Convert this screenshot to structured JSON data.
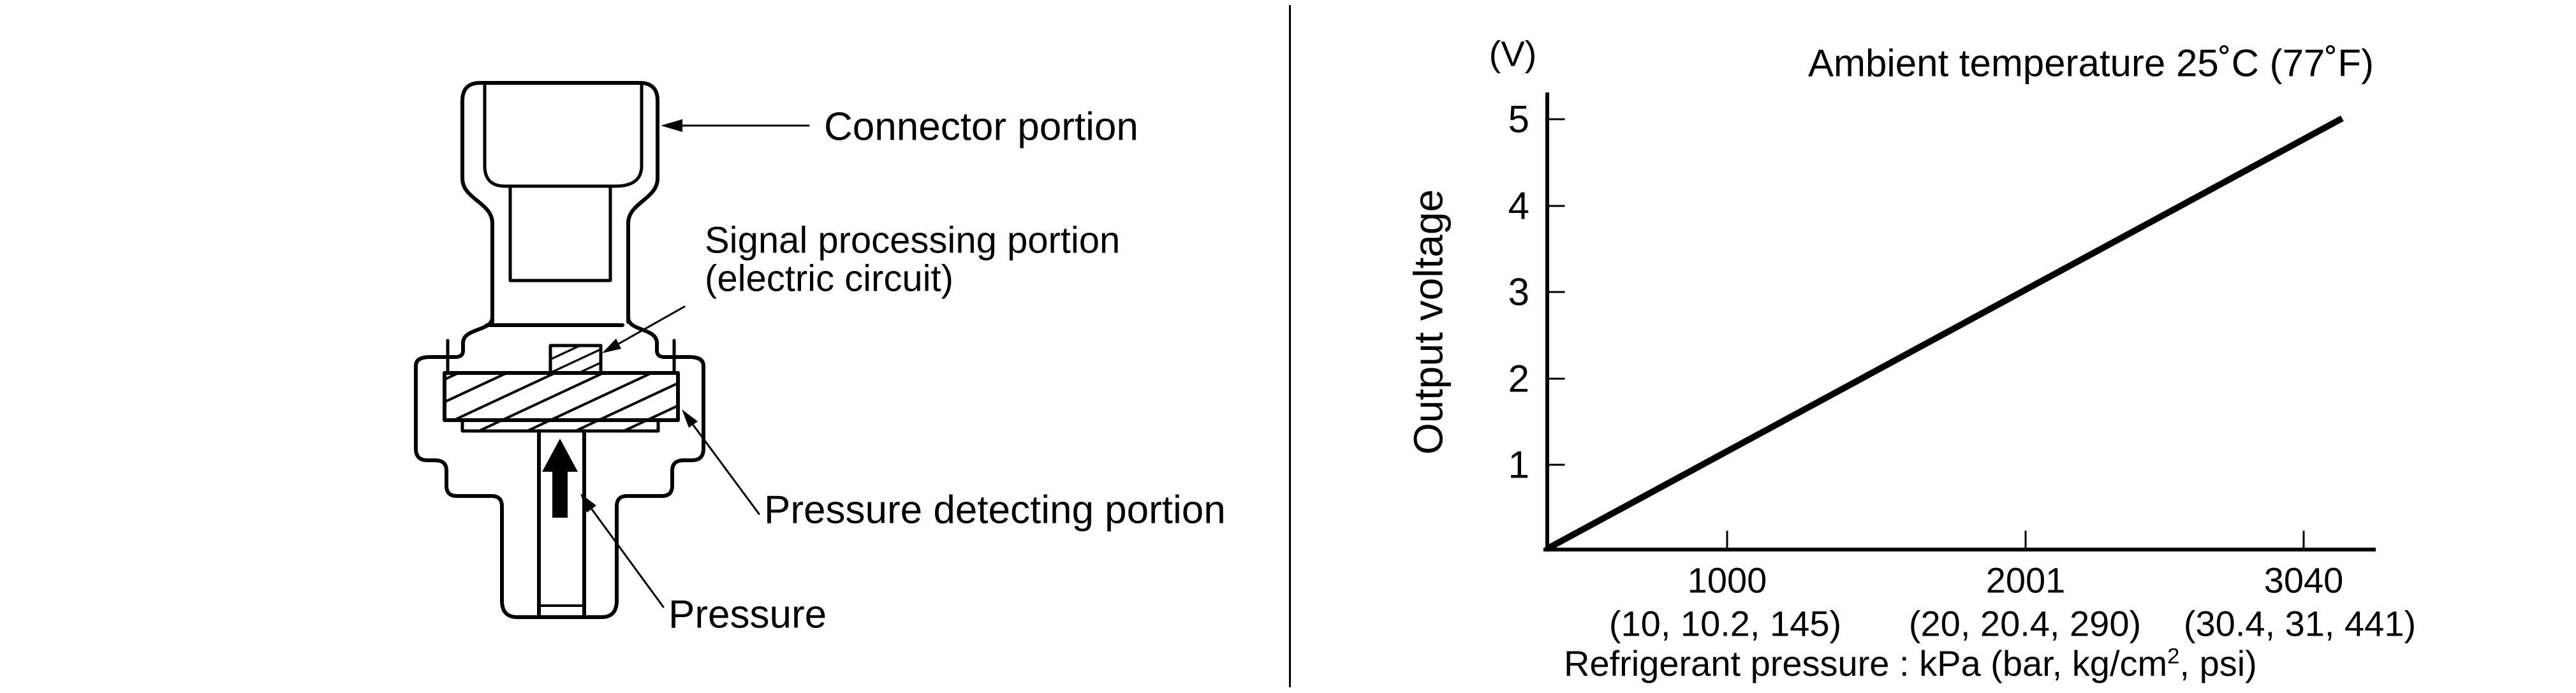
{
  "left_diagram": {
    "labels": {
      "connector": "Connector portion",
      "signal_line1": "Signal processing portion",
      "signal_line2": "(electric circuit)",
      "detecting": "Pressure detecting portion",
      "pressure": "Pressure"
    },
    "icon_names": [
      "pressure-flow-arrow",
      "connector-leader-arrow",
      "signal-leader-arrow",
      "detecting-leader-arrow",
      "pressure-leader-arrow"
    ]
  },
  "graph": {
    "title": "Ambient temperature 25˚C (77˚F)",
    "y_unit": "(V)",
    "y_axis_label": "Output voltage",
    "y_ticks": [
      "5",
      "4",
      "3",
      "2",
      "1"
    ],
    "x_ticks": [
      "1000",
      "2001",
      "3040"
    ],
    "x_subticks": [
      "(10, 10.2, 145)",
      "(20, 20.4, 290)",
      "(30.4, 31, 441)"
    ],
    "x_label_pre": "Refrigerant pressure : kPa (bar, kg/cm",
    "x_label_sup": "2",
    "x_label_post": ", psi)"
  },
  "chart_data": {
    "type": "line",
    "title": "Ambient temperature 25˚C (77˚F)",
    "xlabel": "Refrigerant pressure : kPa (bar, kg/cm2, psi)",
    "ylabel": "Output voltage (V)",
    "ylim": [
      0,
      5
    ],
    "xlim_kPa": [
      0,
      3400
    ],
    "x_ticks_kPa": [
      1000,
      2001,
      3040
    ],
    "x_tick_alt_units_bar_kgcm2_psi": [
      [
        10,
        10.2,
        145
      ],
      [
        20,
        20.4,
        290
      ],
      [
        30.4,
        31,
        441
      ]
    ],
    "grid": false,
    "legend": false,
    "series": [
      {
        "name": "Output voltage vs refrigerant pressure",
        "points": [
          [
            0,
            0
          ],
          [
            3250,
            5
          ]
        ]
      }
    ]
  }
}
